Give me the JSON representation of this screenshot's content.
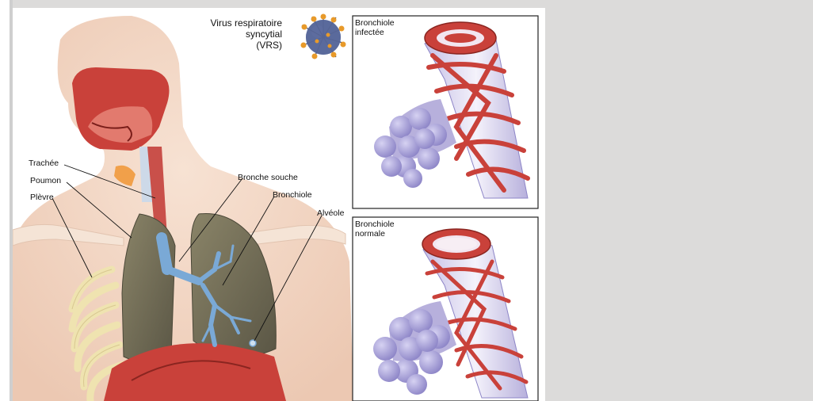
{
  "virus": {
    "line1": "Virus respiratoire",
    "line2": "syncytial",
    "line3": "(VRS)"
  },
  "panels": {
    "infected": {
      "line1": "Bronchiole",
      "line2": "infectée"
    },
    "normal": {
      "line1": "Bronchiole",
      "line2": "normale"
    }
  },
  "labels": {
    "trachee": "Trachée",
    "poumon": "Poumon",
    "plevre": "Plèvre",
    "bronche_souche": "Bronche souche",
    "bronchiole": "Bronchiole",
    "alveole": "Alvéole"
  },
  "colors": {
    "skin": "#f2d6c4",
    "muscle": "#c8413a",
    "lung": "#6f6a55",
    "bronchi": "#7aa9d6",
    "alveoli": "#a9a2d8",
    "virus_body": "#5b6a9c",
    "virus_spike": "#e89a2a"
  }
}
